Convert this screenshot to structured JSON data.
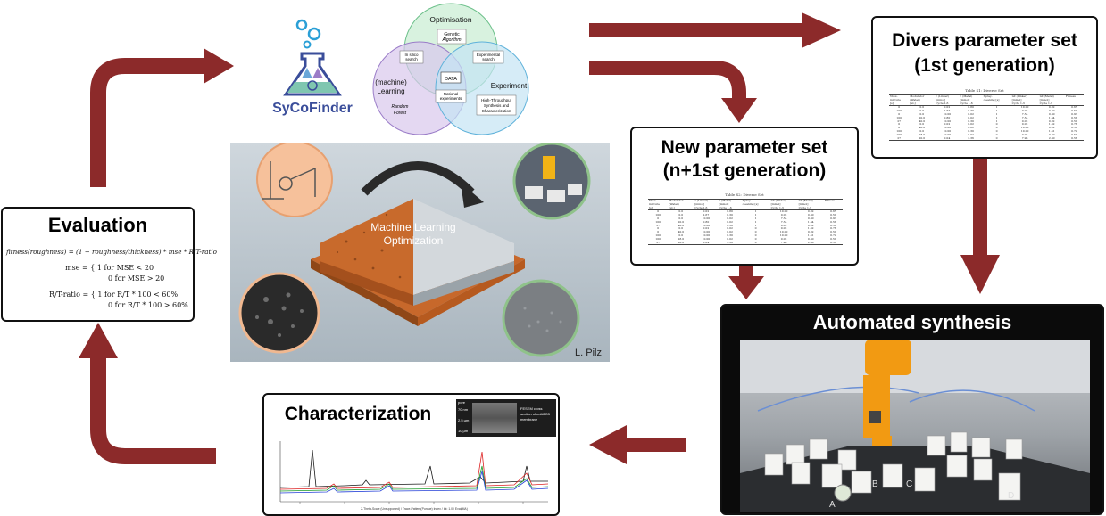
{
  "colors": {
    "arrow": "#8c2a2a",
    "accent_orange": "#f4a04a",
    "steel": "#b9c2c8"
  },
  "logo": {
    "name": "SyCoFinder",
    "icon": "flask-icon"
  },
  "venn": {
    "optimisation": "Optimisation",
    "learning_1": "(machine)",
    "learning_2": "Learning",
    "experiment": "Experiment",
    "genetic_1": "Genetic",
    "genetic_2": "Algorithm",
    "insilico_1": "In silico",
    "insilico_2": "search",
    "expsearch_1": "Experimental",
    "expsearch_2": "search",
    "data": "DATA",
    "rational_1": "Rational",
    "rational_2": "experiments",
    "random_1": "Random",
    "random_2": "Forest",
    "htp_1": "High-Throughput",
    "htp_2": "Synthesis and",
    "htp_3": "Characterization"
  },
  "divers": {
    "title_line1": "Divers parameter set",
    "title_line2": "(1st generation)",
    "caption": "Table S1: Diverse Set",
    "headers": [
      "Vbox-\nmixture\n[s]",
      "Modulator\n(Water)\n[uL]",
      "c (Linker)\n[mmol]\nCycle 1-6",
      "c (Metal)\n[mmol]\nCycle 1-6",
      "Spray-\ncleaning [s]",
      "nZ (Linker)\n[mmol]\nCycle 1-3",
      "nZ (Metal)\n[mmol]\nCycle 1-3",
      "Fitness"
    ],
    "rows": [
      [
        "0",
        "0.0",
        "0.02",
        "0.80",
        "1",
        "10.00",
        "0.02",
        "0.65"
      ],
      [
        "100",
        "0.0",
        "2.67",
        "0.30",
        "1",
        "0.02",
        "0.30",
        "0.59"
      ],
      [
        "0",
        "0.0",
        "10.00",
        "0.02",
        "1",
        "7.34",
        "0.30",
        "0.93"
      ],
      [
        "100",
        "20.0",
        "0.80",
        "0.02",
        "1",
        "7.34",
        "1.34",
        "0.58"
      ],
      [
        "27",
        "40.0",
        "10.00",
        "0.30",
        "1",
        "0.02",
        "0.02",
        "0.59"
      ],
      [
        "0",
        "0.0",
        "0.02",
        "0.02",
        "0",
        "0.02",
        "1.62",
        "0.76"
      ],
      [
        "0",
        "40.0",
        "10.00",
        "0.02",
        "0",
        "10.00",
        "0.02",
        "0.59"
      ],
      [
        "100",
        "0.0",
        "10.00",
        "0.30",
        "0",
        "10.00",
        "1.61",
        "0.74"
      ],
      [
        "100",
        "28.0",
        "10.00",
        "0.02",
        "0",
        "0.02",
        "0.30",
        "0.59"
      ],
      [
        "27",
        "20.0",
        "0.04",
        "2.36",
        "0",
        "7.96",
        "2.30",
        "0.56"
      ]
    ]
  },
  "newset": {
    "title_line1": "New parameter set",
    "title_line2": "(n+1st generation)",
    "caption": "Table S2: Diverse Set",
    "headers": [
      "Vbox-\nmixture\n[s]",
      "Modulator\n(Water)\n[uL]",
      "c (Linker)\n[mmol]\nCycle 1-6",
      "c (Metal)\n[mmol]\nCycle 1-6",
      "Spray-\ncleaning [s]",
      "nZ (Linker)\n[mmol]\nCycle 1-3",
      "nZ (Metal)\n[mmol]\nCycle 1-3",
      "Fitness"
    ],
    "rows": [
      [
        "0",
        "0.0",
        "0.02",
        "0.80",
        "1",
        "10.00",
        "0.02",
        "0.65"
      ],
      [
        "100",
        "0.0",
        "2.67",
        "0.30",
        "1",
        "0.02",
        "0.30",
        "0.59"
      ],
      [
        "0",
        "0.0",
        "10.00",
        "0.02",
        "1",
        "7.34",
        "0.30",
        "0.93"
      ],
      [
        "100",
        "20.0",
        "0.80",
        "0.02",
        "1",
        "7.34",
        "1.34",
        "0.58"
      ],
      [
        "27",
        "40.0",
        "10.00",
        "0.30",
        "1",
        "0.02",
        "0.02",
        "0.59"
      ],
      [
        "0",
        "0.0",
        "0.02",
        "0.02",
        "0",
        "0.02",
        "1.62",
        "0.76"
      ],
      [
        "0",
        "40.0",
        "10.00",
        "0.02",
        "0",
        "10.00",
        "0.02",
        "0.59"
      ],
      [
        "100",
        "0.0",
        "10.00",
        "0.30",
        "0",
        "10.00",
        "1.61",
        "0.74"
      ],
      [
        "100",
        "28.0",
        "10.00",
        "0.02",
        "0",
        "0.02",
        "0.30",
        "0.59"
      ],
      [
        "27",
        "20.0",
        "0.04",
        "2.36",
        "0",
        "7.96",
        "2.30",
        "0.56"
      ]
    ]
  },
  "center": {
    "ml_line1": "Machine Learning",
    "ml_line2": "Optimization",
    "credit": "L. Pilz"
  },
  "evaluation": {
    "title": "Evaluation",
    "f1": "fitness(roughness) = (1 − roughness/thickness) * mse * R/T-ratio",
    "f2a": "mse = { 1 for MSE < 20",
    "f2b": "0 for MSE > 20",
    "f3a": "R/T-ratio = { 1 for R/T * 100 < 60%",
    "f3b": "0 for R/T * 100 > 60%"
  },
  "automated": {
    "title": "Automated synthesis",
    "labels": [
      "A",
      "B",
      "C",
      "D"
    ]
  },
  "characterization": {
    "title": "Characterization",
    "inset_1": "pore",
    "inset_2": "70 nm",
    "inset_3": "2.5 µm",
    "inset_4": "10 µm",
    "inset_note_1": "FESEM cross",
    "inset_note_2": "section of a-Al2O3",
    "inset_note_3": "membrane",
    "xaxis": "2-Theta-Scale (Unsupported) / Trace-Pattern(Purdue) Index / Int: 1.0 / Eval(MA)"
  }
}
